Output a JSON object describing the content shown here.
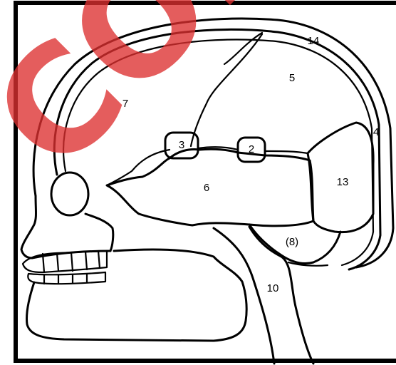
{
  "diagram": {
    "labels": {
      "l14": "14",
      "l5": "5",
      "l7": "7",
      "l4": "4",
      "l3": "3",
      "l2": "2",
      "l6": "6",
      "l13": "13",
      "l8": "(8)",
      "l10": "10"
    },
    "watermark": "COL",
    "watermark_color": "#dc3030"
  }
}
